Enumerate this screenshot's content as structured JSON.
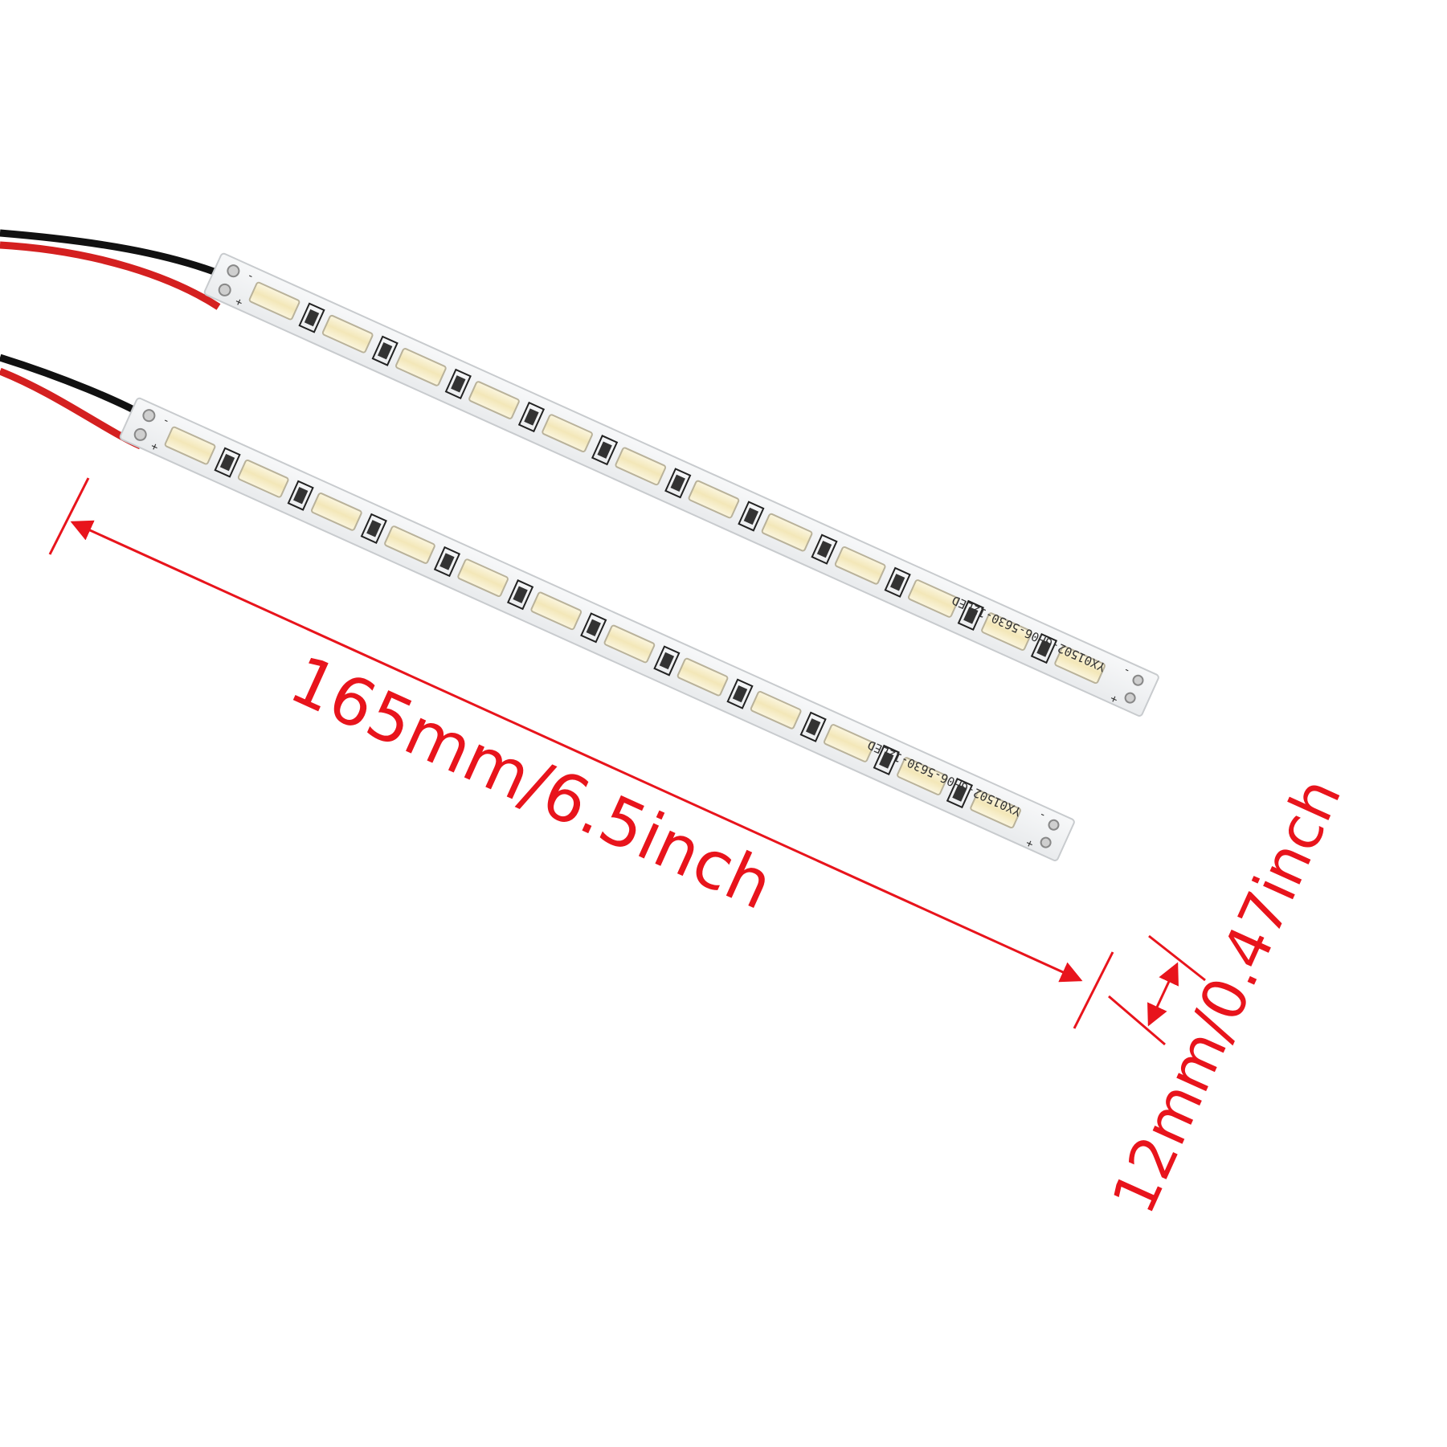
{
  "image": {
    "background": "#ffffff",
    "accent_color": "#e8141c",
    "board_color": "#f2f3f4",
    "led_color": "#f7efcf",
    "wire_colors": [
      "#111111",
      "#d42020"
    ]
  },
  "dimensions": {
    "length_label": "165mm/6.5inch",
    "width_label": "12mm/0.47inch"
  },
  "strips": [
    {
      "board_code": "YX01502-GH06-5630-12LED",
      "minus_label": "-",
      "plus_label": "+",
      "end_minus_label": "-",
      "end_plus_label": "+",
      "led_count": 12
    },
    {
      "board_code": "YX01502-GH06-5630-12LED",
      "minus_label": "-",
      "plus_label": "+",
      "end_minus_label": "-",
      "end_plus_label": "+",
      "led_count": 12
    }
  ]
}
